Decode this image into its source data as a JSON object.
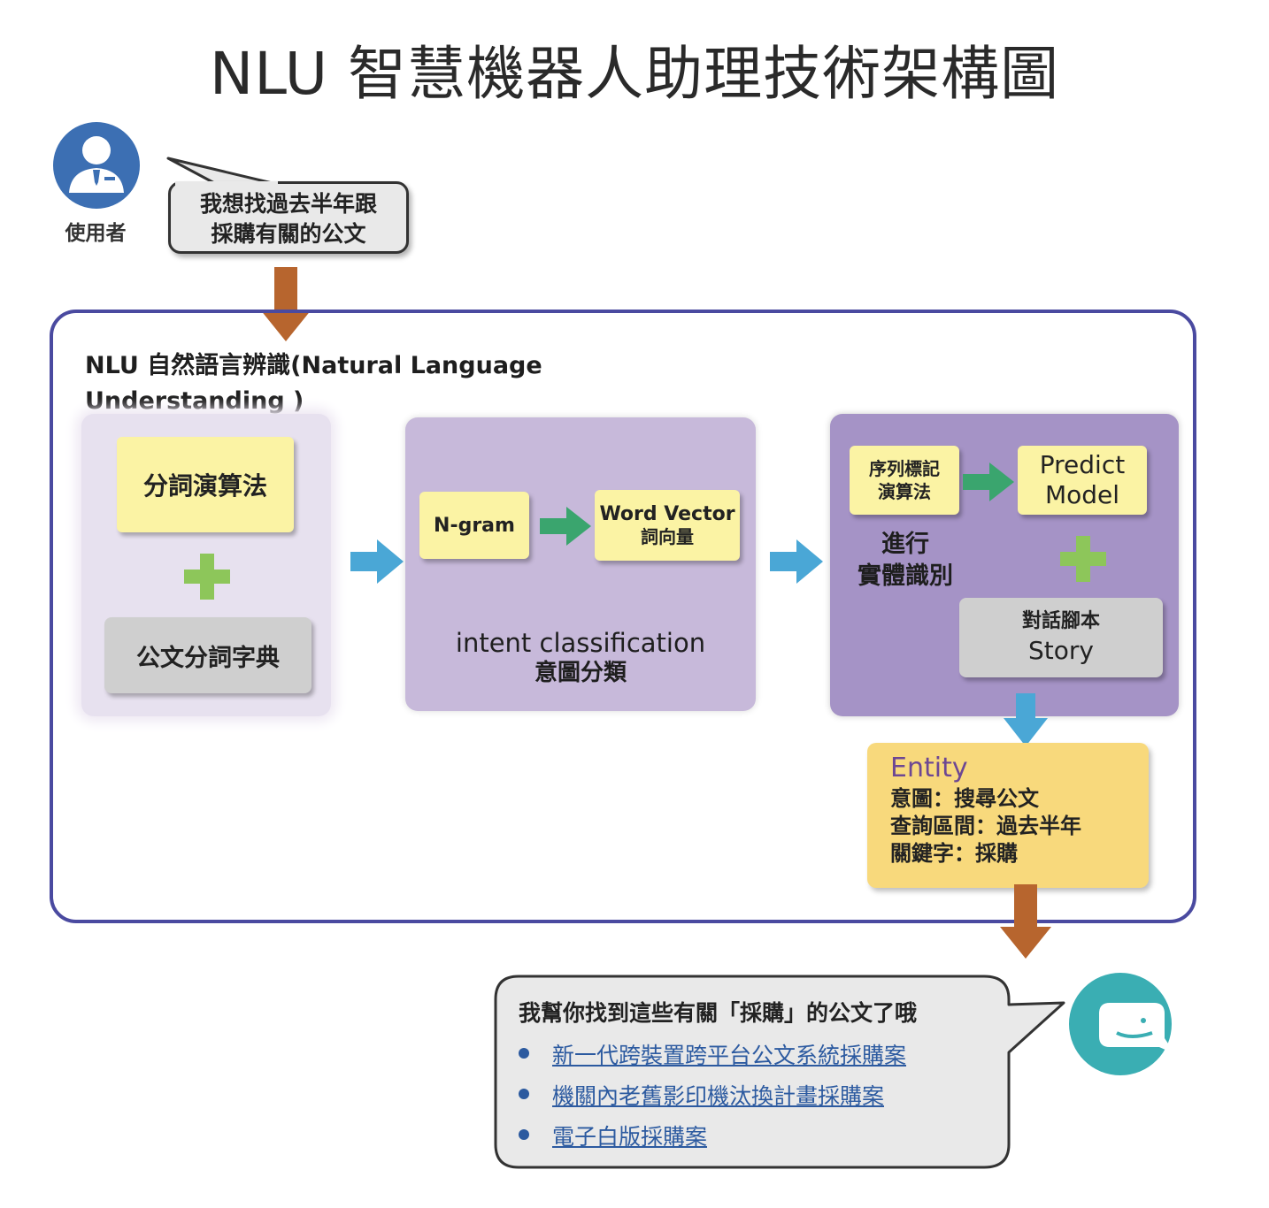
{
  "title": "NLU 智慧機器人助理技術架構圖",
  "user": {
    "label": "使用者",
    "query_line1": "我想找過去半年跟",
    "query_line2": "採購有關的公文"
  },
  "nlu": {
    "title_line1": "NLU 自然語言辨識(Natural Language",
    "title_line2": "Understanding )",
    "segmentation": {
      "algorithm": "分詞演算法",
      "dictionary": "公文分詞字典"
    },
    "intent": {
      "ngram": "N-gram",
      "word_vector_en": "Word Vector",
      "word_vector_zh": "詞向量",
      "label_en": "intent classification",
      "label_zh": "意圖分類"
    },
    "entity_recognition": {
      "sequence_line1": "序列標記",
      "sequence_line2": "演算法",
      "predict_line1": "Predict",
      "predict_line2": "Model",
      "label_line1": "進行",
      "label_line2": "實體識別",
      "story_zh": "對話腳本",
      "story_en": "Story"
    },
    "entity": {
      "title": "Entity",
      "line1": "意圖：搜尋公文",
      "line2": "查詢區間：過去半年",
      "line3": "關鍵字：採購"
    }
  },
  "bot": {
    "reply": "我幫你找到這些有關「採購」的公文了哦",
    "results": [
      "新一代跨裝置跨平台公文系統採購案",
      "機關內老舊影印機汰換計畫採購案",
      "電子白版採購案"
    ]
  },
  "colors": {
    "frame": "#4a4aa0",
    "brown_arrow": "#b7652e",
    "blue_arrow": "#4aa7d6",
    "green_arrow": "#3aa56e",
    "plus": "#8dc65a",
    "link": "#2c5aa0",
    "entity_title": "#6d4793"
  }
}
